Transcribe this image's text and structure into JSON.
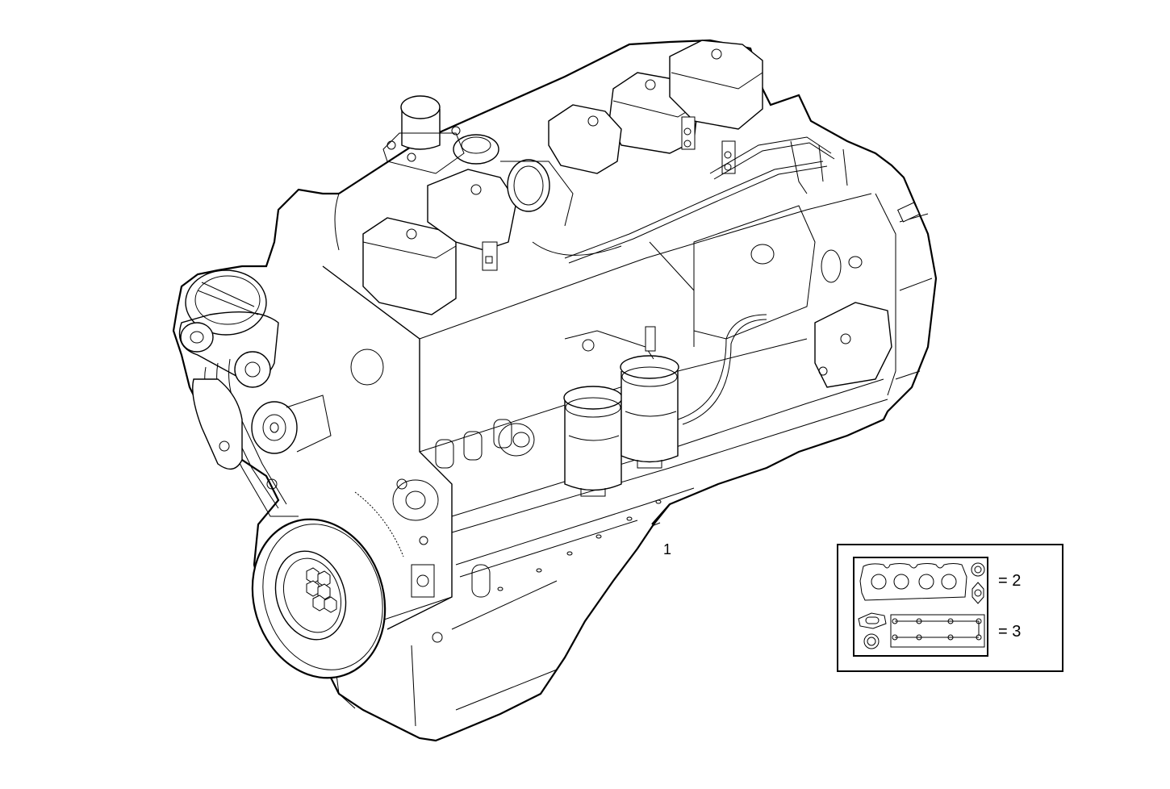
{
  "diagram": {
    "type": "exploded-parts-illustration",
    "subject": "engine assembly",
    "background_color": "#ffffff",
    "line_color": "#000000"
  },
  "callouts": [
    {
      "id": "1",
      "label": "1",
      "refers_to": "engine-assembly"
    }
  ],
  "inset": {
    "title": "gasket kits",
    "kits": [
      {
        "label": "= 2",
        "contents": [
          "cylinder-head-gasket",
          "small-ring-seal",
          "oval-flange-gasket"
        ]
      },
      {
        "label": "= 3",
        "contents": [
          "manifold-flange-gasket",
          "manifold-gasket-strip",
          "ring-seal"
        ]
      }
    ]
  },
  "components": [
    "valve-covers",
    "intake-elbow",
    "oil-filler-cap",
    "fuel-injection-lines",
    "fuel-filters",
    "crankshaft-pulley",
    "poly-v-belt",
    "alternator",
    "belt-tensioner",
    "oil-pan",
    "flywheel-housing",
    "engine-block"
  ]
}
